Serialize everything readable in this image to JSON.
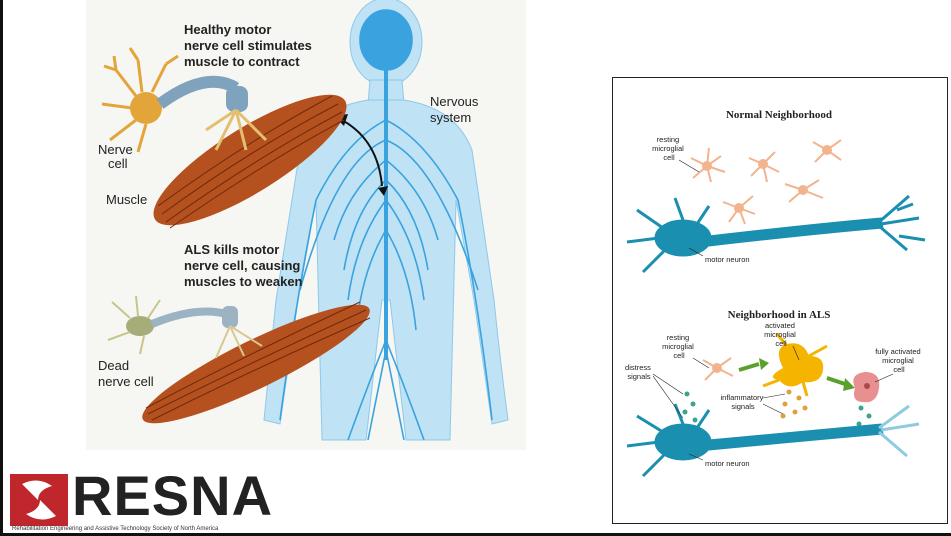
{
  "left_diagram": {
    "healthy_caption": [
      "Healthy motor",
      "nerve cell stimulates",
      "muscle to contract"
    ],
    "nerve_cell_label": [
      "Nerve",
      "cell"
    ],
    "muscle_label": "Muscle",
    "nervous_system_label": [
      "Nervous",
      "system"
    ],
    "als_caption": [
      "ALS kills motor",
      "nerve cell, causing",
      "muscles to weaken"
    ],
    "dead_cell_label": [
      "Dead",
      "nerve cell"
    ]
  },
  "right_diagram": {
    "normal_title": "Normal Neighborhood",
    "resting_label_top": [
      "resting",
      "microglial",
      "cell"
    ],
    "motor_neuron_top": "motor neuron",
    "als_title": "Neighborhood in ALS",
    "resting_label_bottom": [
      "resting",
      "microglial",
      "cell"
    ],
    "activated_label": [
      "activated",
      "microglial",
      "cell"
    ],
    "fully_activated_label": [
      "fully activated",
      "microglial",
      "cell"
    ],
    "distress_label": [
      "distress",
      "signals"
    ],
    "inflammatory_label": [
      "inflammatory",
      "signals"
    ],
    "motor_neuron_bottom": "motor neuron"
  },
  "logo": {
    "name": "RESNA",
    "tagline": "Rehabilitation Engineering and Assistive Technology Society of North America",
    "colors": {
      "mark": "#c0272d",
      "text": "#222222"
    }
  },
  "colors": {
    "nervous_system": "#3aa3df",
    "muscle": "#b5501f",
    "nerve_cell": "#e3a43a",
    "axon_sheath": "#7fa3bd",
    "dead_cell": "#a6ad79",
    "neuron_blue": "#1a8fb0",
    "microglia_resting": "#f2b48e",
    "microglia_activated": "#f4b400",
    "microglia_full": "#e88f8f",
    "signal_teal": "#3aa58e",
    "signal_orange": "#e0a040"
  }
}
